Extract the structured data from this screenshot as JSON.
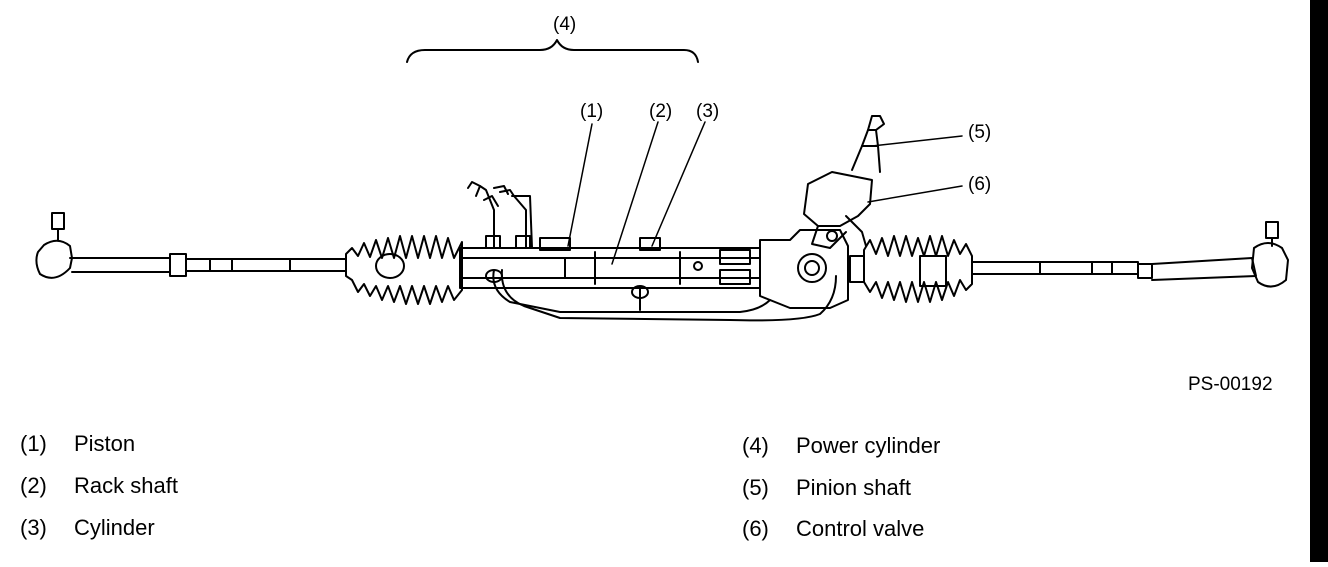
{
  "diagram": {
    "figure_id": "PS-00192",
    "callouts": [
      "(1)",
      "(2)",
      "(3)",
      "(4)",
      "(5)",
      "(6)"
    ]
  },
  "legend": [
    {
      "num": "(1)",
      "text": "Piston"
    },
    {
      "num": "(2)",
      "text": "Rack shaft"
    },
    {
      "num": "(3)",
      "text": "Cylinder"
    },
    {
      "num": "(4)",
      "text": "Power cylinder"
    },
    {
      "num": "(5)",
      "text": "Pinion shaft"
    },
    {
      "num": "(6)",
      "text": "Control valve"
    }
  ]
}
